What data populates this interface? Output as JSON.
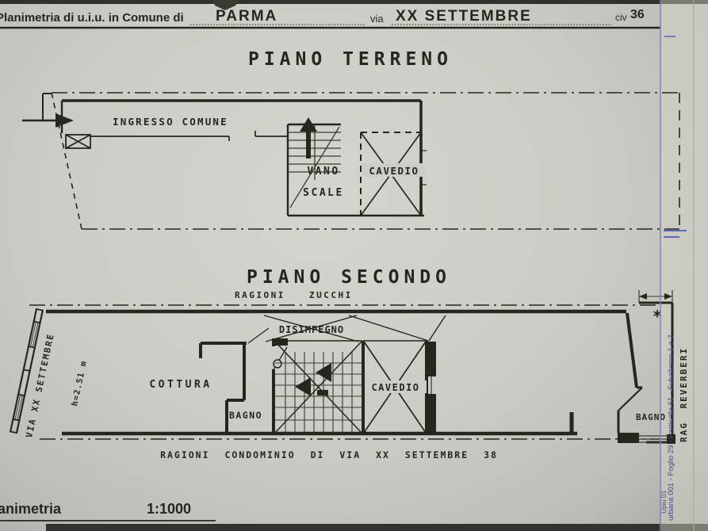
{
  "colors": {
    "paper": "#cccdc6",
    "ink": "#26261f",
    "margin_line": "#8b7fb8",
    "blue_mark": "#5b68b5",
    "faded_ink": "#4a4a85"
  },
  "header": {
    "prefix": "Planimetria di u.i.u. in Comune di",
    "comune": "PARMA",
    "via_label": "via",
    "via_name": "XX SETTEMBRE",
    "civ_label": "civ",
    "civ_number": "36"
  },
  "ground_floor": {
    "title": "PIANO TERRENO",
    "ingresso_label": "INGRESSO COMUNE",
    "vano_scale_line1": "VANO",
    "vano_scale_line2": "SCALE",
    "cavedio_label": "CAVEDIO"
  },
  "second_floor": {
    "title": "PIANO SECONDO",
    "ragioni_word": "RAGIONI",
    "zucchi_word": "ZUCCHI",
    "disimpegno_label": "DISIMPEGNO",
    "cottura_label": "COTTURA",
    "bagno_left_label": "BAGNO",
    "cavedio_label": "CAVEDIO",
    "bagno_right_label": "BAGNO",
    "via_side_label": "VIA XX SETTEMBRE",
    "height_note": "h=2.51 m",
    "asterisk_mark": "*",
    "bottom_caption": "RAGIONI CONDOMINIO DI VIA XX SETTEMBRE 38"
  },
  "footer": {
    "scale_label": "lanimetria",
    "scale_value": "1:1000"
  },
  "right_margin": {
    "cadastral_note": "urbana 001 - Foglio 29 - Particella 61 - Subalterno 1 e 2",
    "small_note": "Upiu 01",
    "surveyor": "RAG REVERBERI"
  }
}
